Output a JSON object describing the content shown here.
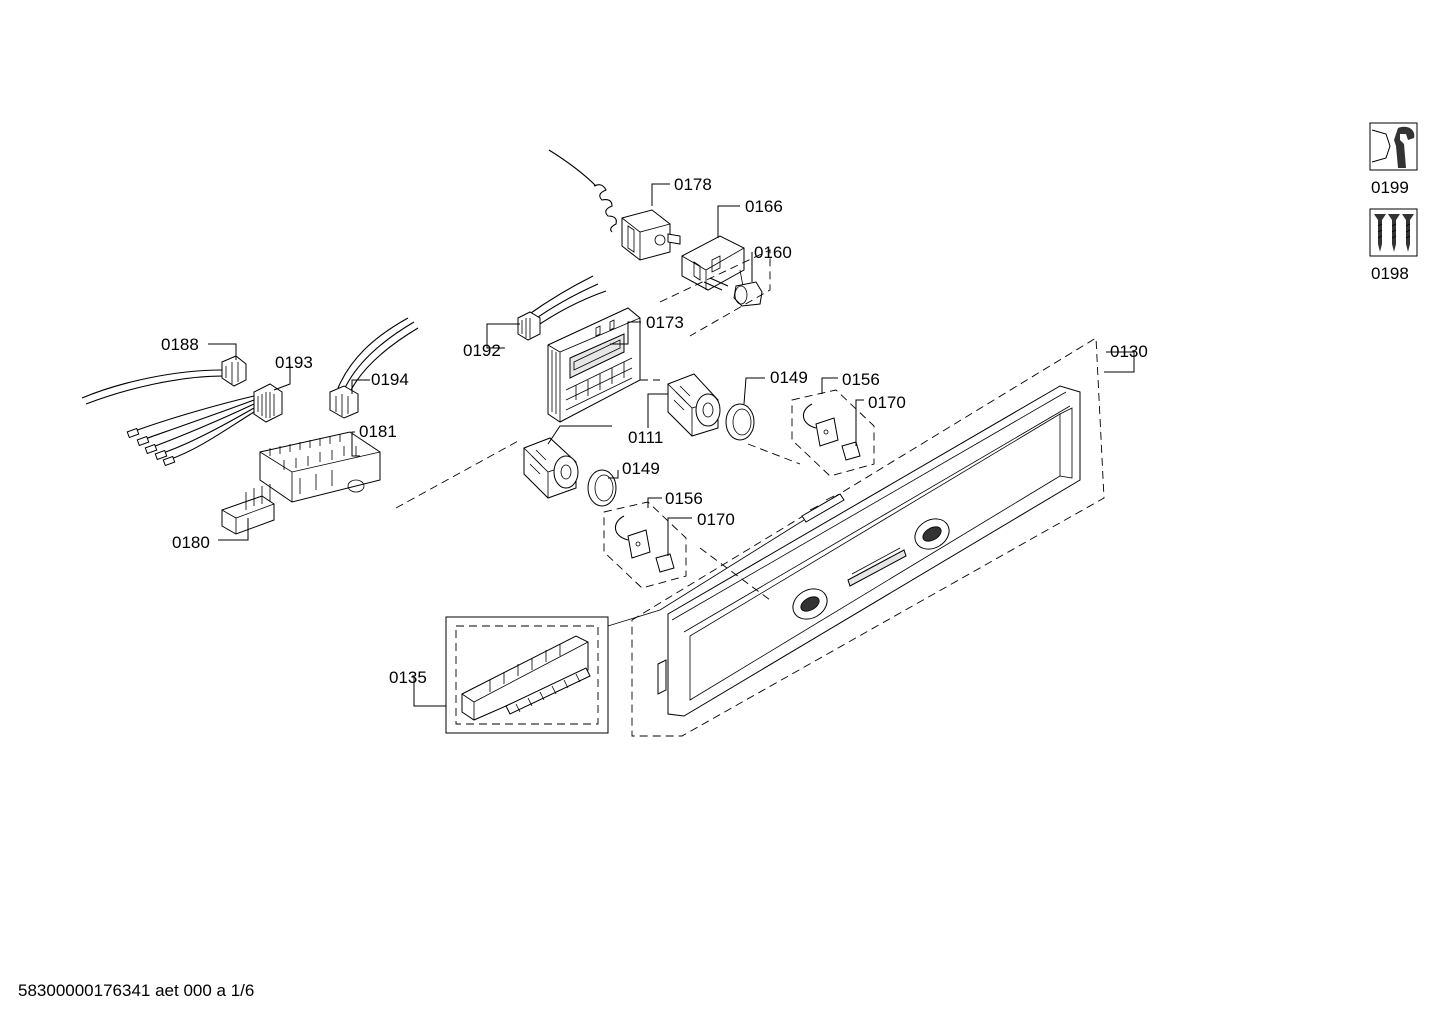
{
  "parts": {
    "p0178": "0178",
    "p0166": "0166",
    "p0160": "0160",
    "p0192": "0192",
    "p0173": "0173",
    "p0188": "0188",
    "p0193": "0193",
    "p0194": "0194",
    "p0181": "0181",
    "p0111": "0111",
    "p0149a": "0149",
    "p0156a": "0156",
    "p0170a": "0170",
    "p0149b": "0149",
    "p0156b": "0156",
    "p0170b": "0170",
    "p0130": "0130",
    "p0180": "0180",
    "p0135": "0135",
    "p0199": "0199",
    "p0198": "0198"
  },
  "icons": {
    "service_tool": "wrench-hex-nut-icon",
    "screws": "screws-icon"
  },
  "footer": "58300000176341 aet 000 a 1/6"
}
